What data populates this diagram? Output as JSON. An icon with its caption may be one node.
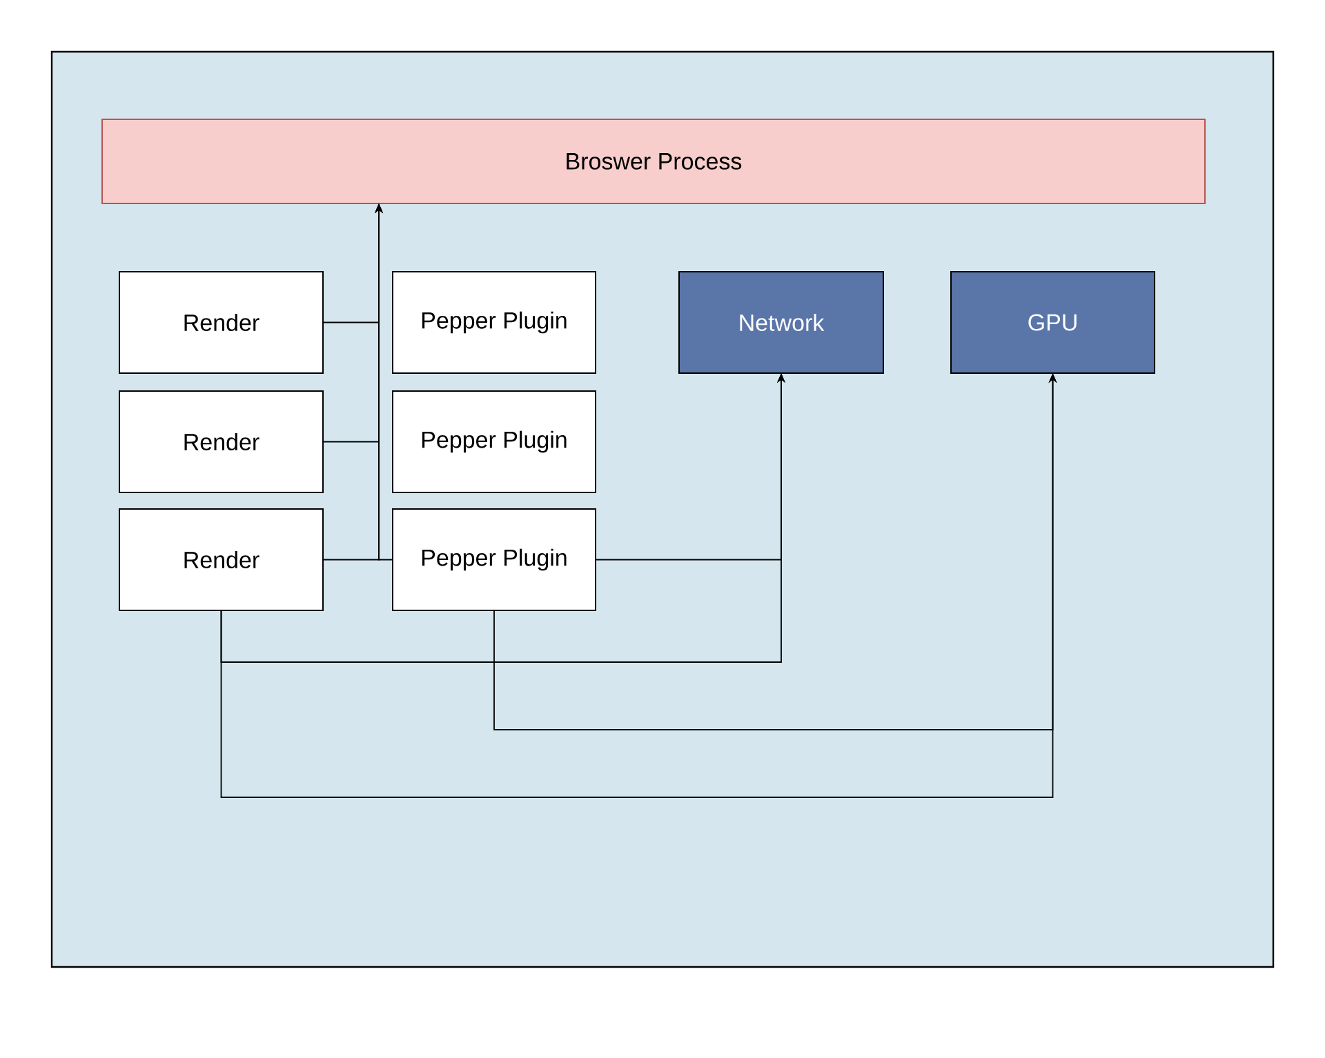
{
  "diagram": {
    "nodes": [
      {
        "text": [
          "Broswer Process"
        ]
      },
      {
        "text": [
          "Render"
        ]
      },
      {
        "text": [
          "Pepper Plugin"
        ]
      },
      {
        "text": [
          "Render"
        ]
      },
      {
        "text": [
          "Pepper Plugin"
        ]
      },
      {
        "text": [
          "Render"
        ]
      },
      {
        "text": [
          "Pepper Plugin"
        ]
      },
      {
        "text": [
          "Network"
        ]
      },
      {
        "text": [
          "GPU"
        ]
      }
    ],
    "edges": [
      {
        "from": 1,
        "to": 0,
        "arrow": "to"
      },
      {
        "from": 3,
        "to": 0,
        "arrow": "to"
      },
      {
        "from": 5,
        "to": 0,
        "arrow": "to"
      },
      {
        "from": 6,
        "to": 0,
        "arrow": "to"
      },
      {
        "from": 6,
        "to": 7,
        "arrow": "to"
      },
      {
        "from": 5,
        "to": 7,
        "arrow": "to"
      },
      {
        "from": 6,
        "to": 8,
        "arrow": "to"
      },
      {
        "from": 5,
        "to": 8,
        "arrow": "to"
      }
    ]
  }
}
